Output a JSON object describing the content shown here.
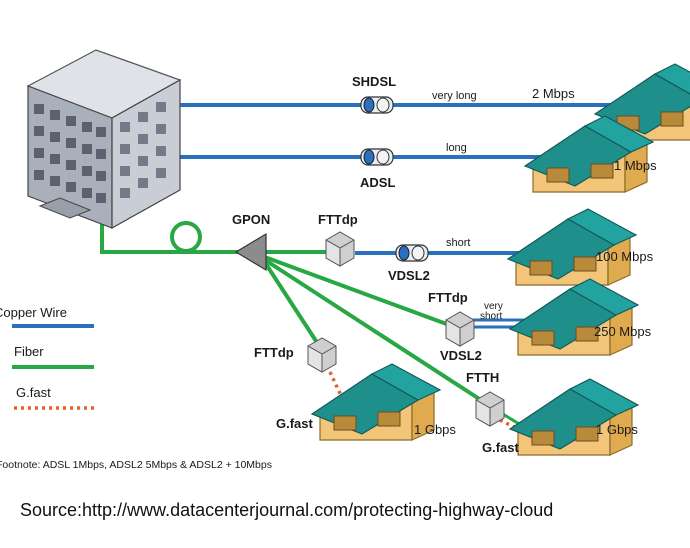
{
  "colors": {
    "copper": "#2a6fc0",
    "fiber": "#27a844",
    "gfast": "#e2622a",
    "roof": "#1f8f8c",
    "wall": "#f2c579",
    "node": "#c9c9c9",
    "building": "#b9bdc6"
  },
  "labels": {
    "shdsl": "SHDSL",
    "very_long": "very long",
    "rate_2mbps": "2 Mbps",
    "long": "long",
    "adsl": "ADSL",
    "rate_1mbps": "1 Mbps",
    "gpon": "GPON",
    "fttdp_top": "FTTdp",
    "short": "short",
    "vdsl2_top": "VDSL2",
    "rate_100mbps": "100 Mbps",
    "fttdp_mid": "FTTdp",
    "very_short_1": "very",
    "very_short_2": "short",
    "rate_250mbps": "250 Mbps",
    "vdsl2_mid": "VDSL2",
    "fttdp_left": "FTTdp",
    "ftth": "FTTH",
    "gfast_left": "G.fast",
    "rate_1gbps_left": "1 Gbps",
    "gfast_right": "G.fast",
    "rate_1gbps_right": "1 Gbps"
  },
  "legend": {
    "copper": "Copper Wire",
    "fiber": "Fiber",
    "gfast": "G.fast"
  },
  "footnote": "Footnote: ADSL 1Mbps, ADSL2 5Mbps & ADSL2 + 10Mbps",
  "source": "Source:http://www.datacenterjournal.com/protecting-highway-cloud"
}
